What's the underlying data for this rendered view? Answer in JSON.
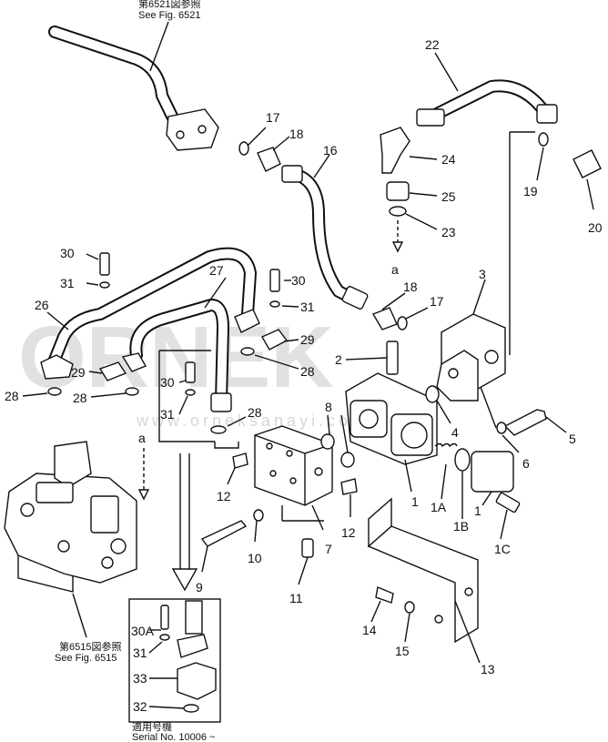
{
  "watermark": {
    "main": "ORNEK",
    "url": "www.orneksanayi.com.tr"
  },
  "references": {
    "fig6521_jp": "第6521図参照",
    "fig6521": "See Fig. 6521",
    "fig6515_jp": "第6515図参照",
    "fig6515": "See Fig. 6515",
    "serial_jp": "適用号機",
    "serial": "Serial No. 10006 ~"
  },
  "connection_marks": {
    "a_top": "a",
    "a_left": "a"
  },
  "part_labels": {
    "p1": "1",
    "p1A": "1A",
    "p1B": "1B",
    "p1b2": "1",
    "p1C": "1C",
    "p2": "2",
    "p3": "3",
    "p4": "4",
    "p5": "5",
    "p6": "6",
    "p7": "7",
    "p8": "8",
    "p9": "9",
    "p10": "10",
    "p11": "11",
    "p12a": "12",
    "p12b": "12",
    "p13": "13",
    "p14": "14",
    "p15": "15",
    "p16": "16",
    "p17a": "17",
    "p17b": "17",
    "p18a": "18",
    "p18b": "18",
    "p19": "19",
    "p20": "20",
    "p22": "22",
    "p23": "23",
    "p24": "24",
    "p25": "25",
    "p26": "26",
    "p27": "27",
    "p28a": "28",
    "p28b": "28",
    "p28c": "28",
    "p28d": "28",
    "p29a": "29",
    "p29b": "29",
    "p30a": "30",
    "p30b": "30",
    "p30c": "30",
    "p31a": "31",
    "p31b": "31",
    "p31c": "31",
    "p31d": "31",
    "p30A": "30A",
    "p33": "33",
    "p32": "32"
  }
}
